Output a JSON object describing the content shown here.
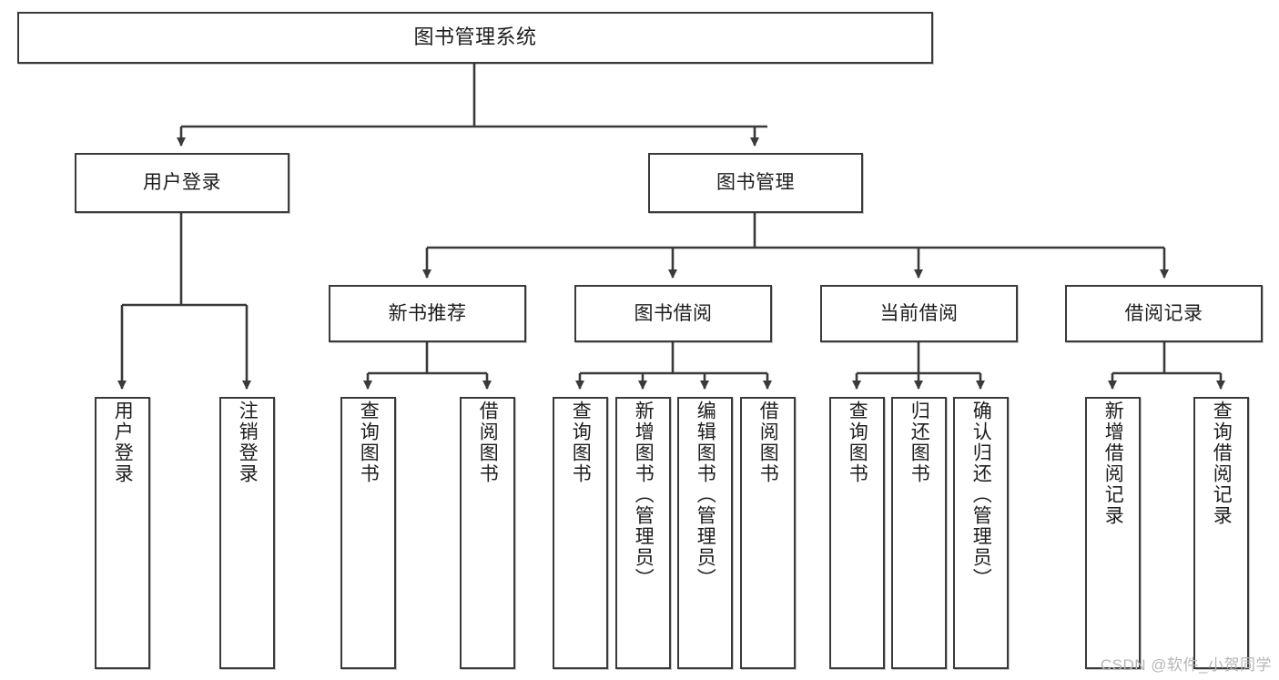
{
  "diagram": {
    "type": "tree-hierarchy",
    "title": "图书管理系统",
    "watermark": "CSDN @软件_小贺同学",
    "colors": {
      "box_border": "#3a3a3a",
      "box_fill": "#ffffff",
      "connector": "#3a3a3a",
      "text": "#1d1d1d",
      "watermark": "#b6b6b6"
    },
    "levels": {
      "root": {
        "label": "图书管理系统"
      },
      "level2": [
        {
          "id": "user-login",
          "label": "用户登录"
        },
        {
          "id": "book-management",
          "label": "图书管理"
        }
      ],
      "level3": [
        {
          "id": "new-book-recommend",
          "label": "新书推荐",
          "parent": "book-management"
        },
        {
          "id": "book-borrow",
          "label": "图书借阅",
          "parent": "book-management"
        },
        {
          "id": "current-borrow",
          "label": "当前借阅",
          "parent": "book-management"
        },
        {
          "id": "borrow-record",
          "label": "借阅记录",
          "parent": "book-management"
        }
      ],
      "leaves": {
        "user-login": [
          {
            "id": "leaf-user-login",
            "label": "用户登录"
          },
          {
            "id": "leaf-user-logout",
            "label": "注销登录"
          }
        ],
        "new-book-recommend": [
          {
            "id": "leaf-query-book-1",
            "label": "查询图书"
          },
          {
            "id": "leaf-borrow-book-1",
            "label": "借阅图书"
          }
        ],
        "book-borrow": [
          {
            "id": "leaf-query-book-2",
            "label": "查询图书"
          },
          {
            "id": "leaf-add-book",
            "label": "新增图书（管理员）"
          },
          {
            "id": "leaf-edit-book",
            "label": "编辑图书（管理员）"
          },
          {
            "id": "leaf-borrow-book-2",
            "label": "借阅图书"
          }
        ],
        "current-borrow": [
          {
            "id": "leaf-query-book-3",
            "label": "查询图书"
          },
          {
            "id": "leaf-return-book",
            "label": "归还图书"
          },
          {
            "id": "leaf-confirm-return",
            "label": "确认归还（管理员）"
          }
        ],
        "borrow-record": [
          {
            "id": "leaf-add-record",
            "label": "新增借阅记录"
          },
          {
            "id": "leaf-query-record",
            "label": "查询借阅记录"
          }
        ]
      }
    }
  }
}
